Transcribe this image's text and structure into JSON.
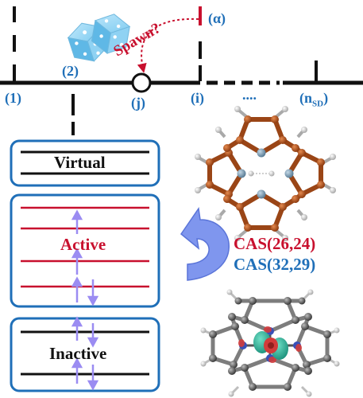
{
  "diagram": {
    "determinant_labels": {
      "first": "(1)",
      "second": "(2)",
      "j": "(j)",
      "i": "(i)",
      "alpha": "(α)",
      "dots": "....",
      "last_main": "(n",
      "last_sub": "SD",
      "last_close": ")"
    },
    "spawn_label": "Spawn?",
    "orbital_spaces": {
      "virtual": "Virtual",
      "active": "Active",
      "inactive": "Inactive"
    },
    "active_spaces": {
      "primary": "CAS(26,24)",
      "secondary": "CAS(32,29)"
    },
    "colors": {
      "blue": "#1f6fb8",
      "red": "#c8102e",
      "black": "#111111",
      "electron": "#9b8cf2",
      "curved_arrow": "#7f96ee",
      "carbon": "#b5561e",
      "nitrogen": "#7a9bb3",
      "hydrogen": "#cfcfcf"
    }
  }
}
